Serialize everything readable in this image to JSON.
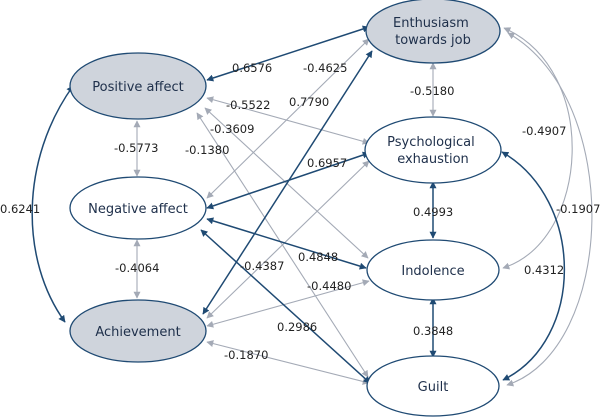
{
  "nodes": {
    "positive_affect": {
      "lines": [
        "Positive affect"
      ],
      "fill": "#cfd4dc"
    },
    "negative_affect": {
      "lines": [
        "Negative affect"
      ],
      "fill": "#ffffff"
    },
    "achievement": {
      "lines": [
        "Achievement"
      ],
      "fill": "#cfd4dc"
    },
    "enthusiasm": {
      "lines": [
        "Enthusiasm",
        "towards job"
      ],
      "fill": "#cfd4dc"
    },
    "exhaustion": {
      "lines": [
        "Psychological",
        "exhaustion"
      ],
      "fill": "#ffffff"
    },
    "indolence": {
      "lines": [
        "Indolence"
      ],
      "fill": "#ffffff"
    },
    "guilt": {
      "lines": [
        "Guilt"
      ],
      "fill": "#ffffff"
    }
  },
  "edges": {
    "pa_ent": {
      "value": "0.6576",
      "strength": "strong"
    },
    "na_exh": {
      "value": "0.6957",
      "strength": "strong"
    },
    "na_ind": {
      "value": "0.4848",
      "strength": "strong"
    },
    "na_gui": {
      "value": "0.2986",
      "strength": "strong"
    },
    "ach_ent": {
      "value": "0.7790",
      "strength": "strong"
    },
    "pa_ach": {
      "value": "0.6241",
      "strength": "strong"
    },
    "exh_ind": {
      "value": "0.4993",
      "strength": "strong"
    },
    "ind_gui": {
      "value": "0.3848",
      "strength": "strong"
    },
    "exh_gui": {
      "value": "0.4312",
      "strength": "strong"
    },
    "pa_na": {
      "value": "-0.5773",
      "strength": "weak"
    },
    "na_ach": {
      "value": "-0.4064",
      "strength": "weak"
    },
    "ent_exh": {
      "value": "-0.5180",
      "strength": "weak"
    },
    "ent_ind": {
      "value": "-0.4907",
      "strength": "weak"
    },
    "ent_gui": {
      "value": "-0.1907",
      "strength": "weak"
    },
    "na_ent": {
      "value": "-0.4625",
      "strength": "weak"
    },
    "pa_exh": {
      "value": "-0.5522",
      "strength": "weak"
    },
    "pa_ind": {
      "value": "-0.3609",
      "strength": "weak"
    },
    "pa_gui": {
      "value": "-0.1380",
      "strength": "weak"
    },
    "ach_exh": {
      "value": "-0.4387",
      "strength": "weak"
    },
    "ach_ind": {
      "value": "-0.4480",
      "strength": "weak"
    },
    "ach_gui": {
      "value": "-0.1870",
      "strength": "weak"
    }
  },
  "colors": {
    "strong": "#1f4a73",
    "weak": "#a4aab6",
    "node_stroke": "#1f4a73"
  }
}
